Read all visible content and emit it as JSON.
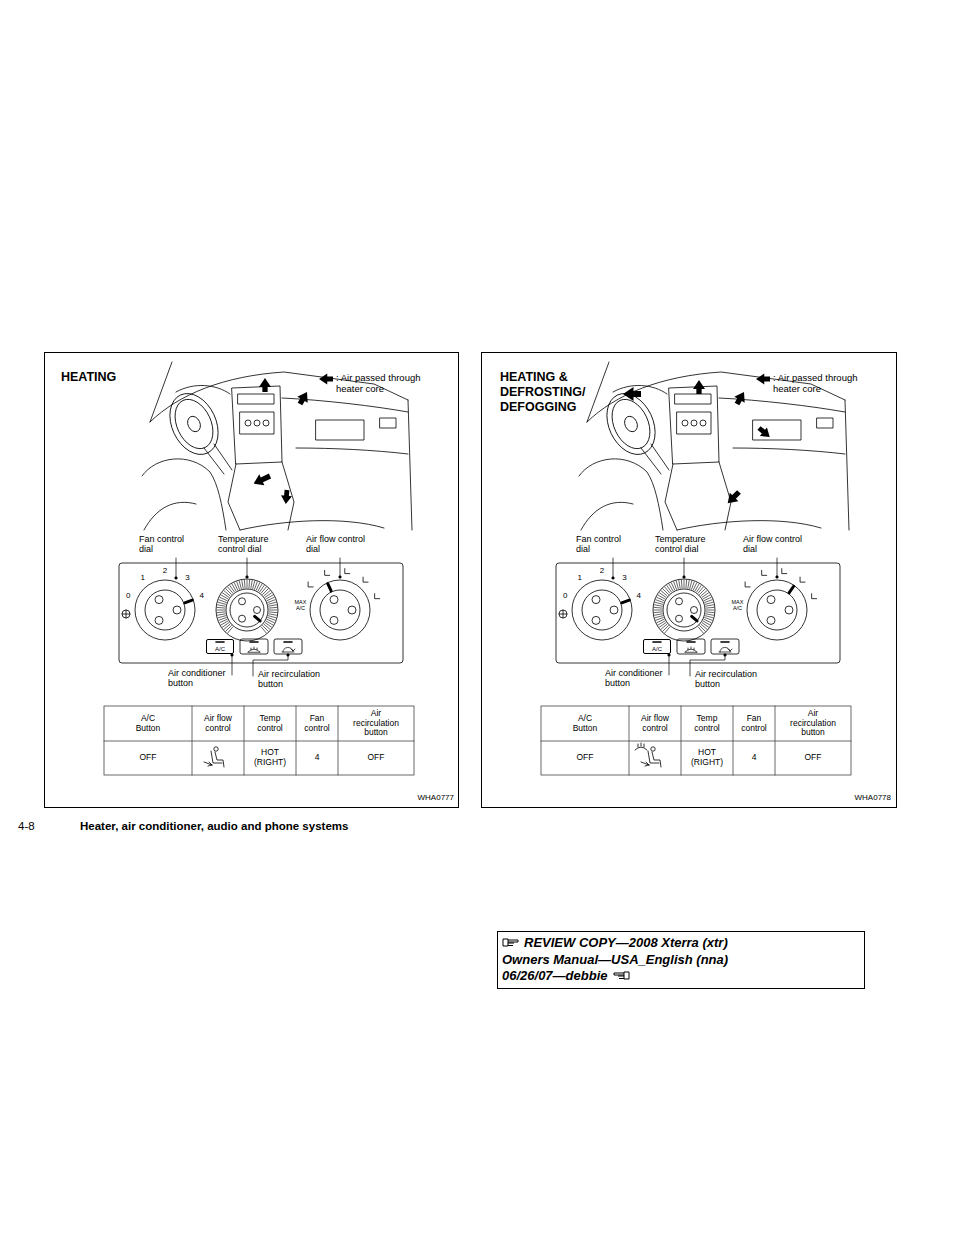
{
  "diagram": {
    "nodes": [
      {
        "text": [
          "HEATING"
        ]
      },
      {
        "text": [
          "A/C"
        ],
        "in": 0
      },
      {
        "text": [
          "HEATING & DEFROSTING/ DEFOGGING"
        ]
      },
      {
        "text": [
          "A/C"
        ],
        "in": 2
      },
      {
        "text": [
          "REVIEW COPY—2008 Xterra (xtr) Owners Manual—USA_English (nna) 06/26/07—debbie"
        ]
      }
    ],
    "labels": [
      "Fan control dial",
      "Temperature control dial",
      "Air flow control dial",
      "0",
      "1",
      "2",
      "3",
      "4",
      "MAX A/C",
      "Air conditioner button",
      "Air recirculation button",
      "A/C Button",
      "Air flow control",
      "Temp control",
      "Fan control",
      "Air recirculation button",
      "OFF",
      "HOT (RIGHT)",
      "4",
      "OFF",
      "WHA0777",
      "Fan control dial",
      "Temperature control dial",
      "Air flow control dial",
      "0",
      "1",
      "2",
      "3",
      "4",
      "MAX A/C",
      "Air conditioner button",
      "Air recirculation button",
      "A/C Button",
      "Air flow control",
      "Temp control",
      "Fan control",
      "Air recirculation button",
      "OFF",
      "HOT (RIGHT)",
      "4",
      "OFF",
      "WHA0778",
      "4-8",
      "Heater, air conditioner, audio and phone systems"
    ],
    "legend": [
      {
        "text": ": Air passed through heater core"
      },
      {
        "text": ": Air passed through heater core"
      }
    ]
  }
}
